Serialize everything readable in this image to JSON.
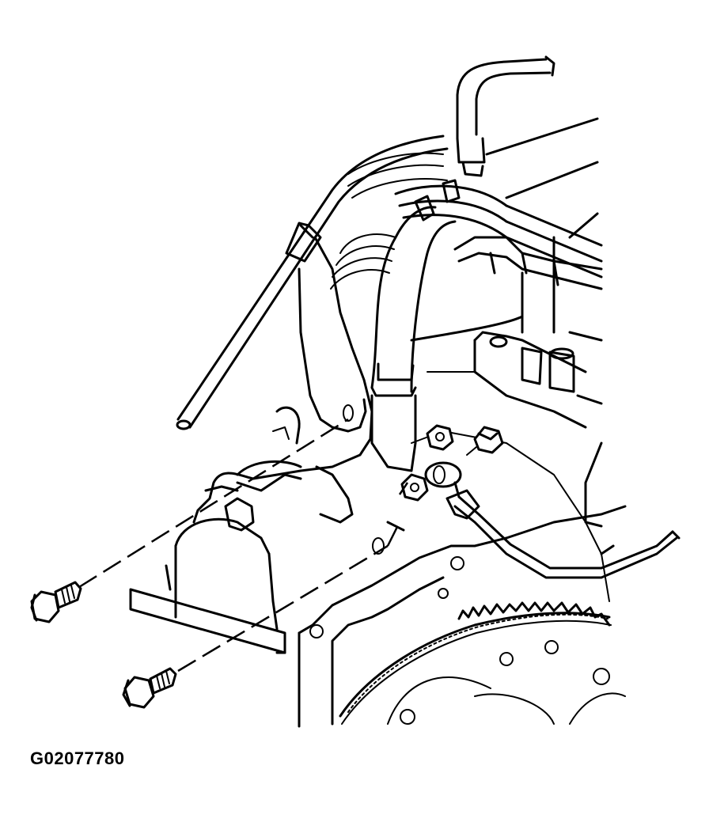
{
  "figure": {
    "id_label": "G02077780"
  },
  "icons": {
    "upper_bolt": "hex-flange-bolt",
    "lower_bolt": "hex-flange-bolt",
    "nut": "hex-nut",
    "stud": "threaded-stud",
    "ground_terminal": "ring-terminal"
  }
}
